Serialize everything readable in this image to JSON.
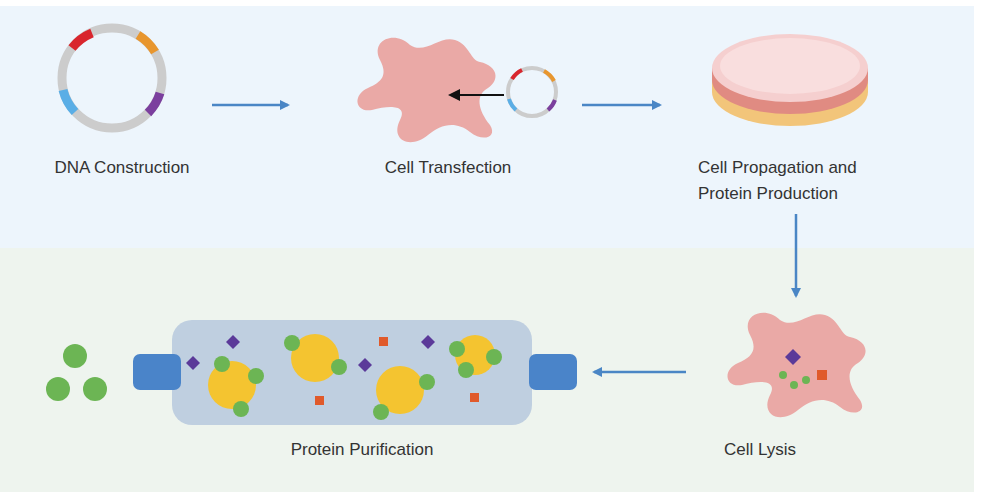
{
  "diagram": {
    "nodes": [
      {
        "text": [
          "DNA Construction"
        ]
      },
      {
        "text": [
          "Cell Transfection"
        ]
      },
      {
        "text": [
          "Cell Propagation and Protein Production"
        ]
      },
      {
        "text": [
          "Cell Lysis"
        ]
      },
      {
        "text": [
          "Protein Purification"
        ]
      }
    ],
    "edges": [
      {
        "from": 0,
        "to": 1,
        "arrow": "to"
      },
      {
        "from": 1,
        "to": 2,
        "arrow": "to"
      },
      {
        "from": 2,
        "to": 3,
        "arrow": "to"
      },
      {
        "from": 3,
        "to": 4,
        "arrow": "to"
      }
    ]
  }
}
